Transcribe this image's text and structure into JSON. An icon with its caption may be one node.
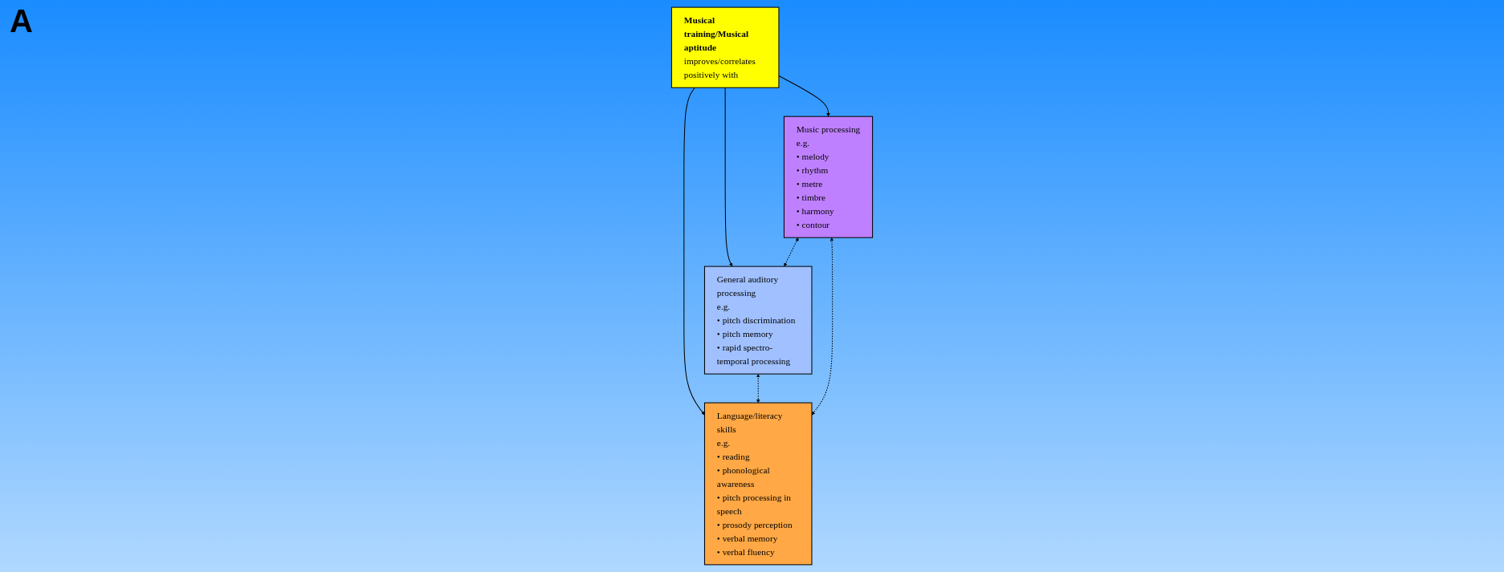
{
  "diagram": {
    "nodes": [
      {
        "text": [
          "Musical training/Musical aptitude",
          "improves/correlates positively with"
        ]
      },
      {
        "text": [
          "Music processing",
          "e.g.",
          "• melody",
          "• rhythm",
          "• metre",
          "• timbre",
          "• harmony",
          "• contour"
        ]
      },
      {
        "text": [
          "General auditory processing",
          "e.g.",
          "• pitch discrimination",
          "• pitch memory",
          "• rapid spectro-temporal processing"
        ]
      },
      {
        "text": [
          "Language/literacy skills",
          "e.g.",
          "• reading",
          "• phonological awareness",
          "• pitch processing in speech",
          "• prosody perception",
          "• verbal memory",
          "• verbal fluency"
        ]
      }
    ],
    "edges": [
      {
        "from": 0,
        "to": 1,
        "arrow": "to"
      },
      {
        "from": 0,
        "to": 2,
        "arrow": "to"
      },
      {
        "from": 0,
        "to": 3,
        "arrow": "to"
      },
      {
        "from": 1,
        "to": 2,
        "arrow": "both",
        "style": "dashed"
      },
      {
        "from": 2,
        "to": 3,
        "arrow": "both",
        "style": "dashed"
      },
      {
        "from": 1,
        "to": 3,
        "arrow": "both",
        "style": "dashed"
      }
    ],
    "labels": [
      "A"
    ]
  }
}
